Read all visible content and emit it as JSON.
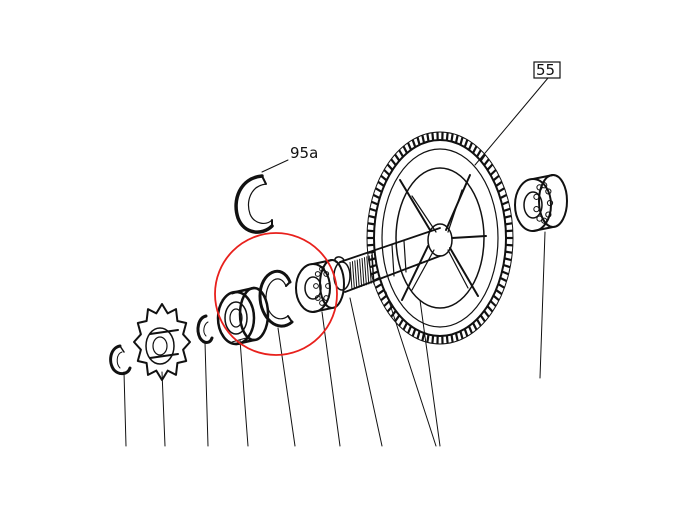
{
  "diagram": {
    "callouts": [
      {
        "id": "part-95a",
        "text": "95a"
      },
      {
        "id": "part-top-right",
        "text": "55"
      }
    ],
    "highlight": {
      "shape": "circle",
      "color": "#e8201c"
    },
    "ink_color": "#111111"
  }
}
